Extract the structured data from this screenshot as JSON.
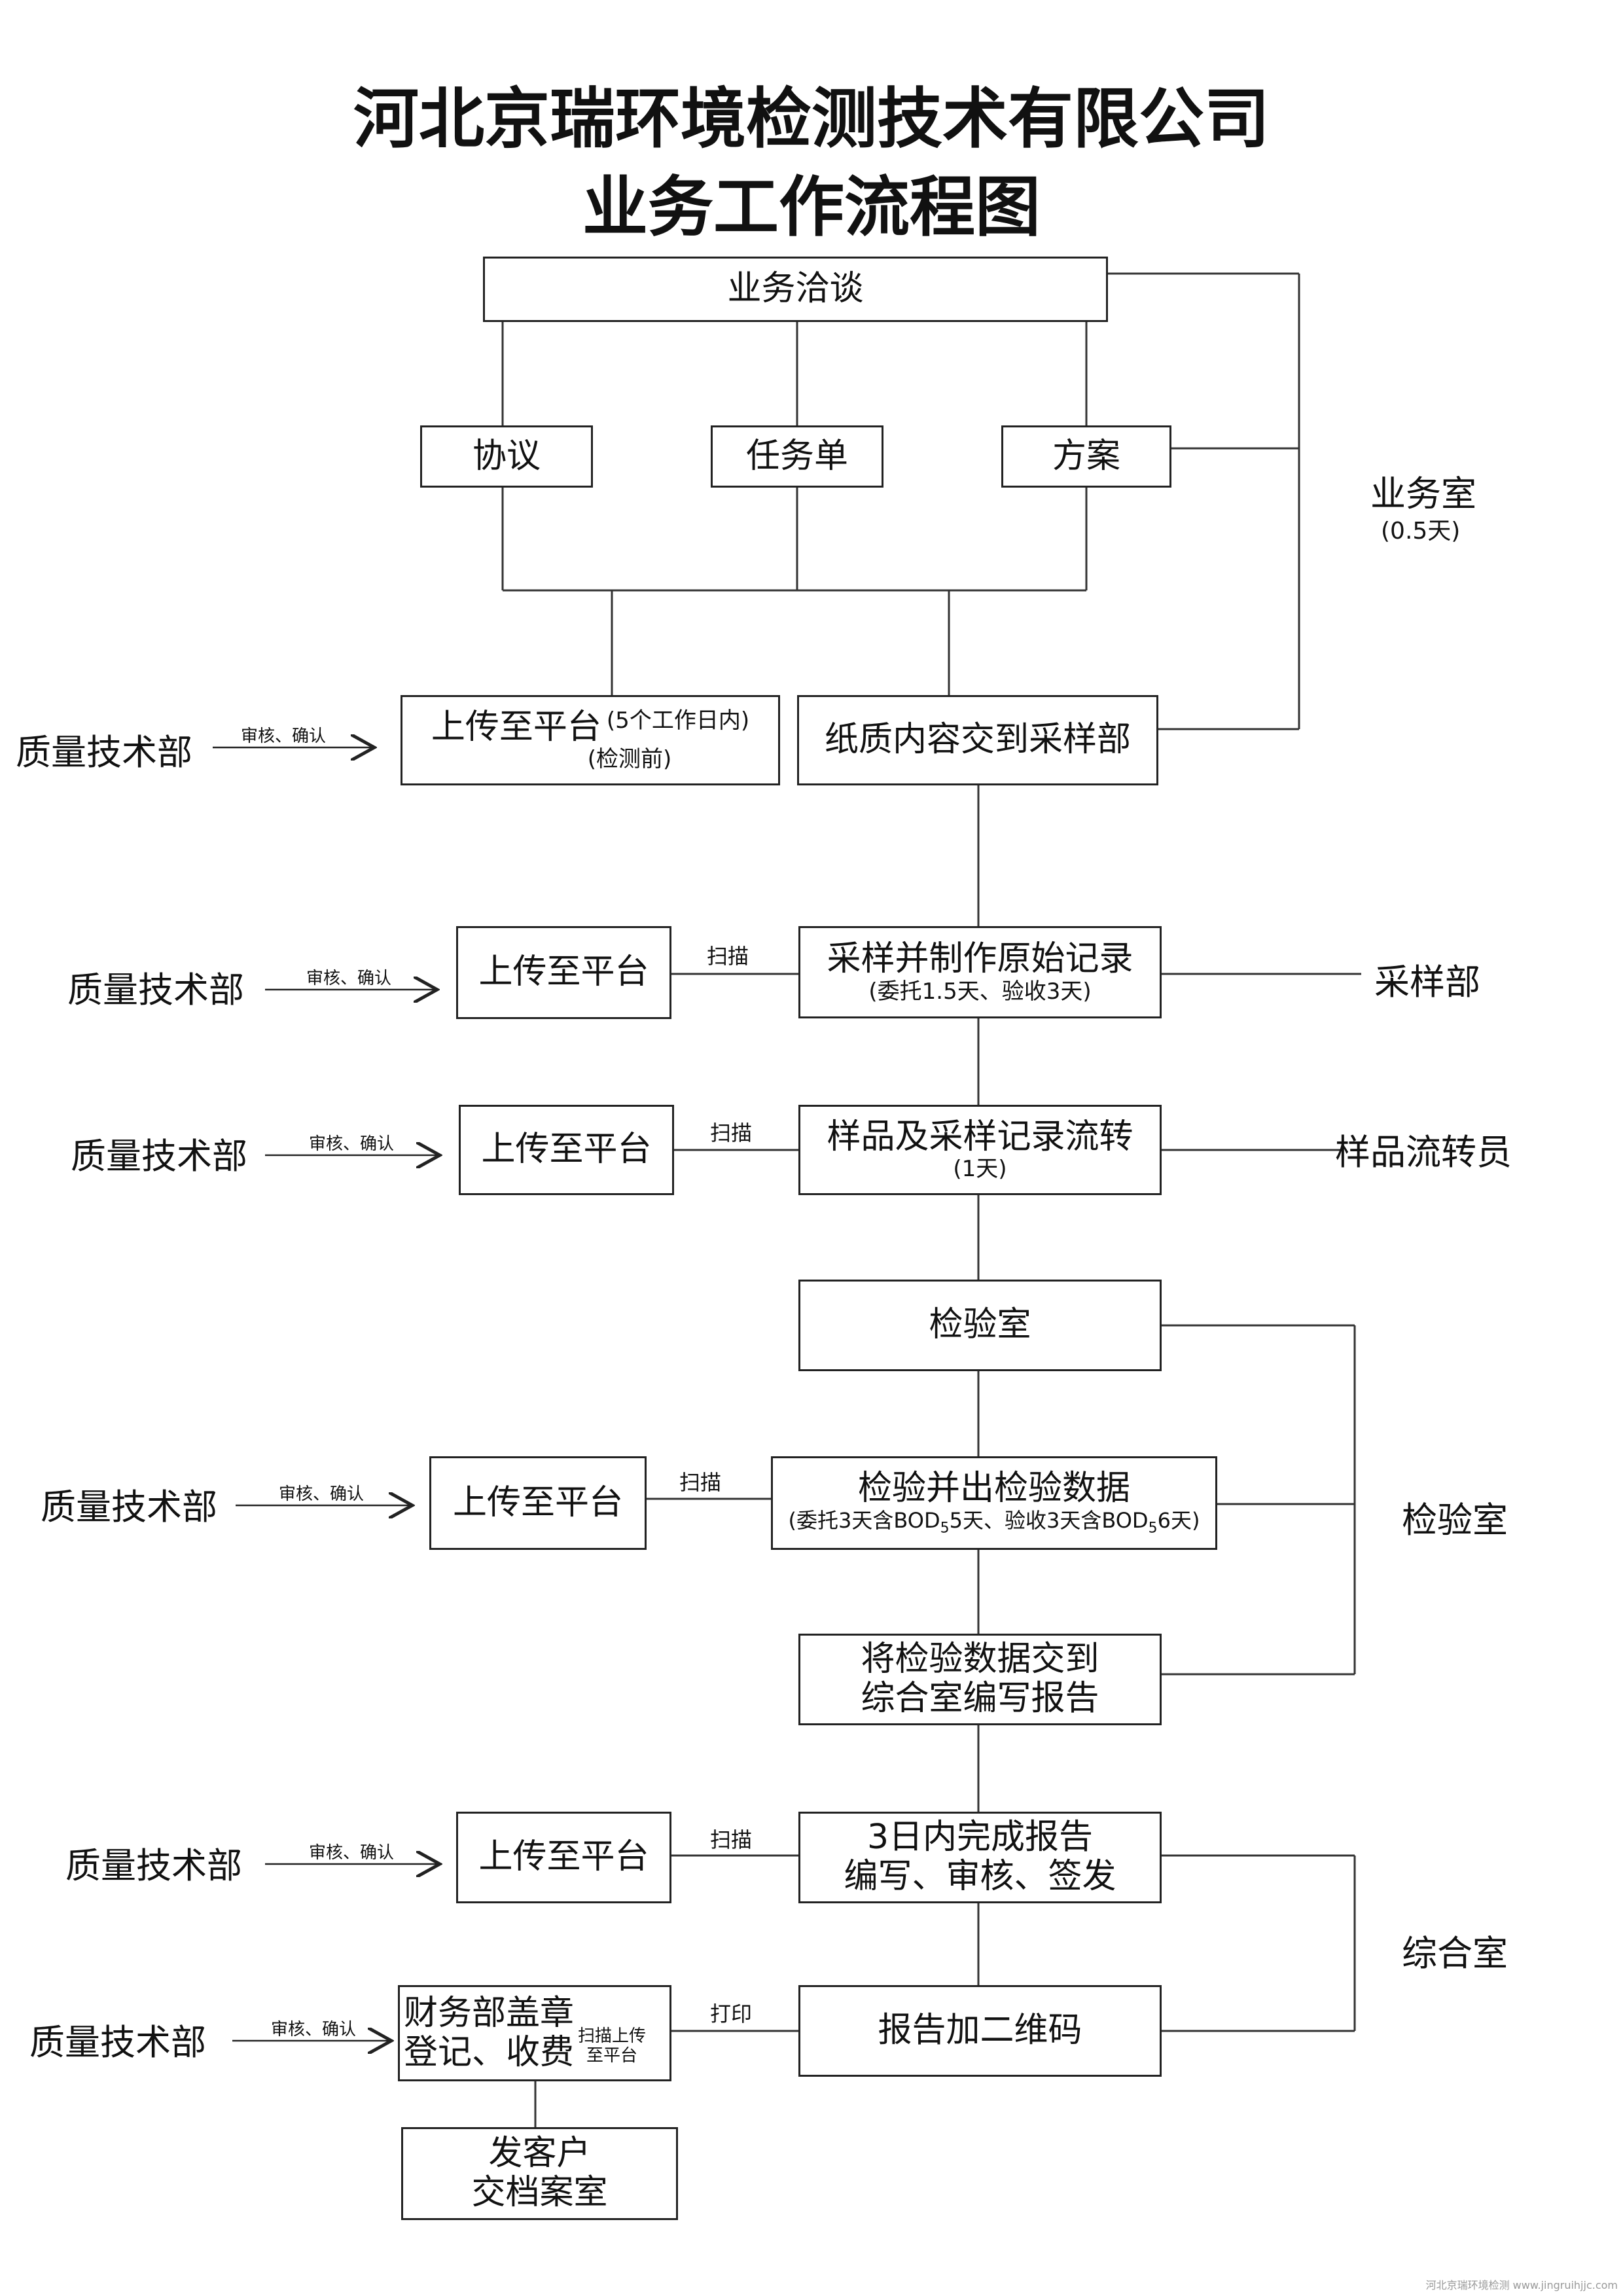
{
  "title": {
    "line1": "河北京瑞环境检测技术有限公司",
    "line2": "业务工作流程图"
  },
  "boxes": {
    "negotiation": "业务洽谈",
    "agreement": "协议",
    "task_sheet": "任务单",
    "plan": "方案",
    "upload_first": "上传至平台",
    "upload_first_note1": "(5个工作日内)",
    "upload_first_note2": "(检测前)",
    "paper_to_sampling": "纸质内容交到采样部",
    "sampling_record": "采样并制作原始记录",
    "sampling_record_note": "(委托1.5天、验收3天)",
    "sample_transfer": "样品及采样记录流转",
    "sample_transfer_note": "(1天)",
    "lab": "检验室",
    "lab_test": "检验并出检验数据",
    "lab_test_note_a": "(委托3天含BOD",
    "lab_test_note_sub1": "5",
    "lab_test_note_b": "5天、验收3天含BOD",
    "lab_test_note_sub2": "5",
    "lab_test_note_c": "6天)",
    "data_to_office_1": "将检验数据交到",
    "data_to_office_2": "综合室编写报告",
    "report_1": "3日内完成报告",
    "report_2": "编写、审核、签发",
    "qr_code": "报告加二维码",
    "finance_1": "财务部盖章",
    "finance_2": "登记、收费",
    "finance_note_1": "扫描上传",
    "finance_note_2": "至平台",
    "deliver_1": "发客户",
    "deliver_2": "交档案室",
    "upload": "上传至平台"
  },
  "labels": {
    "quality_dept": "质量技术部",
    "review_confirm": "审核、确认",
    "scan": "扫描",
    "print": "打印"
  },
  "sides": {
    "business_office": "业务室",
    "business_office_time": "(0.5天)",
    "sampling_dept": "采样部",
    "sample_transfer_staff": "样品流转员",
    "lab_room": "检验室",
    "general_office": "综合室"
  },
  "watermark": "河北京瑞环境检测 www.jingruihjjc.com"
}
